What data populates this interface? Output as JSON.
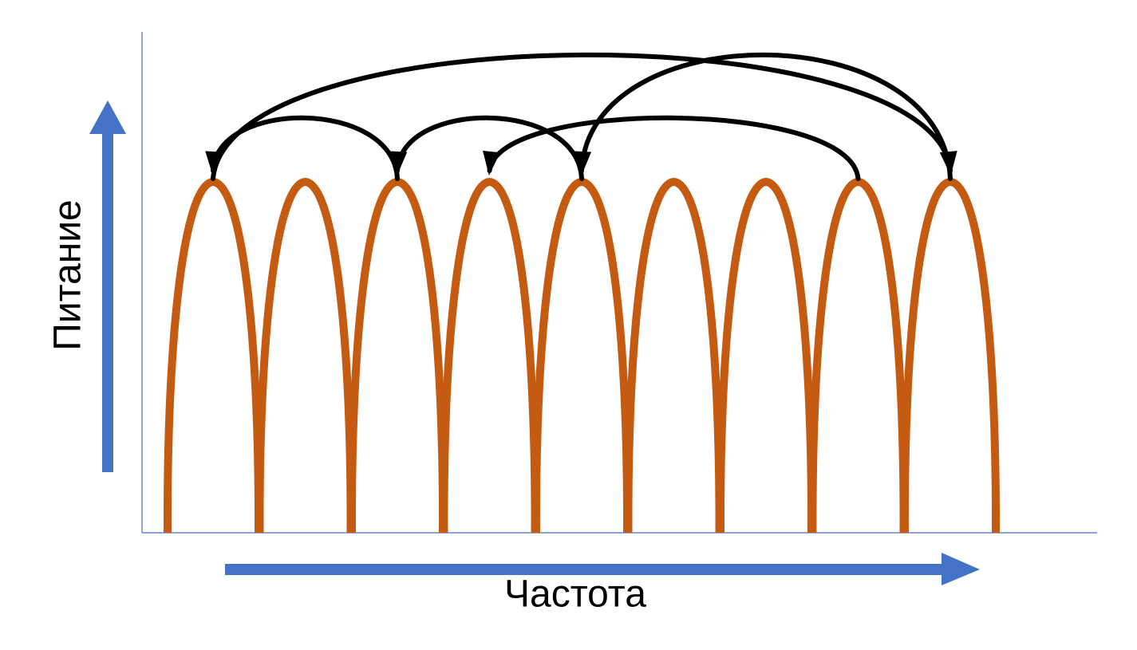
{
  "labels": {
    "x_axis": "Частота",
    "y_axis": "Питание"
  },
  "colors": {
    "axis": "#4472c4",
    "arrow": "#4472c4",
    "channel": "#c55a11",
    "hop": "#000000",
    "text": "#000000"
  },
  "channels": {
    "count": 9
  },
  "hops": [
    {
      "from": 2,
      "to": 0
    },
    {
      "from": 4,
      "to": 2
    },
    {
      "from": 7,
      "to": 3
    },
    {
      "from": 0,
      "to": 8
    },
    {
      "from": 8,
      "to": 4
    }
  ]
}
